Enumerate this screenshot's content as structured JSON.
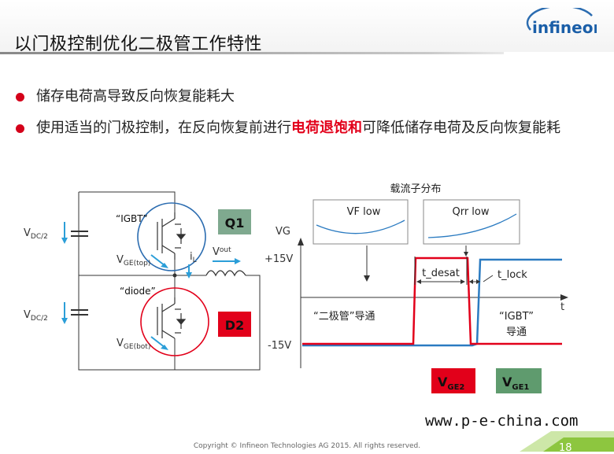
{
  "slide": {
    "title": "以门极控制优化二极管工作特性",
    "logo_text": "infineon",
    "bullets": [
      {
        "pre": "储存电荷高导致反向恢复能耗大",
        "hl": "",
        "post": ""
      },
      {
        "pre": "使用适当的门极控制，在反向恢复前进行",
        "hl": "电荷退饱和",
        "post": "可降低储存电荷及反向恢复能耗"
      }
    ],
    "copyright": "Copyright © Infineon Technologies AG 2015. All rights reserved.",
    "page_number": "18",
    "watermark": "www.p-e-china.com"
  },
  "circuit": {
    "vdc_top": {
      "main": "V",
      "sub": "DC/2"
    },
    "vdc_bot": {
      "main": "V",
      "sub": "DC/2"
    },
    "igbt_label": "“IGBT”",
    "diode_label": "“diode”",
    "vge_top": {
      "main": "V",
      "sub": "GE(top)"
    },
    "vge_bot": {
      "main": "V",
      "sub": "GE(bot)"
    },
    "il": {
      "main": "i",
      "sub": "L"
    },
    "vout": {
      "main": "V",
      "sub": "out"
    },
    "q1": "Q1",
    "d2": "D2"
  },
  "waveform": {
    "carrier_title": "载流子分布",
    "vf_low": "VF low",
    "qrr_low": "Qrr low",
    "vg": "VG",
    "plus15": "+15V",
    "minus15": "-15V",
    "t_desat": "t_desat",
    "t_lock": "t_lock",
    "t_axis": "t",
    "diode_on": "“二极管”导通",
    "igbt_on_1": "“IGBT”",
    "igbt_on_2": "导通",
    "vge2": {
      "main": "V",
      "sub": "GE2"
    },
    "vge1": {
      "main": "V",
      "sub": "GE1"
    }
  },
  "colors": {
    "red": "#e2001a",
    "blue": "#2b7bc1",
    "green_box": "#7fa98f",
    "dark_green_box": "#5f9b6e",
    "bullet": "#d4001a"
  }
}
